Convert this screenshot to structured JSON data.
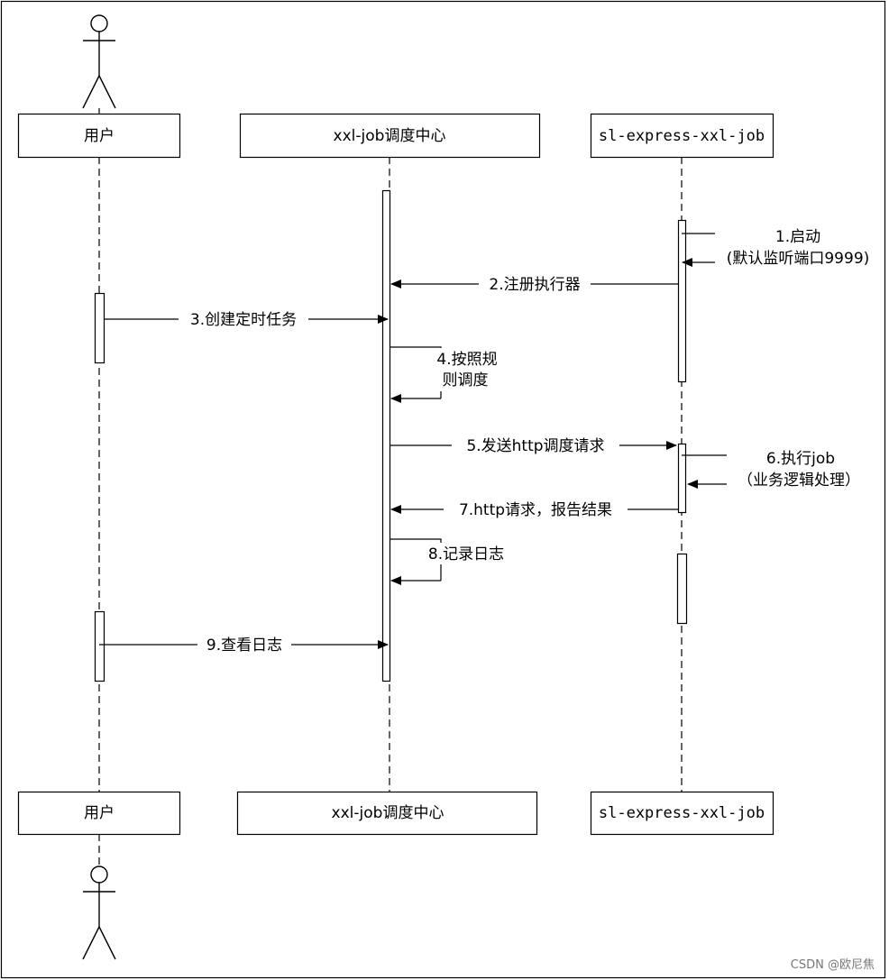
{
  "participants": {
    "user": "用户",
    "scheduler": "xxl-job调度中心",
    "executor": "sl-express-xxl-job"
  },
  "messages": {
    "m1_line1": "1.启动",
    "m1_line2": "(默认监听端口9999)",
    "m2": "2.注册执行器",
    "m3": "3.创建定时任务",
    "m4_line1": "4.按照规",
    "m4_line2": "则调度",
    "m5": "5.发送http调度请求",
    "m6_line1": "6.执行job",
    "m6_line2": "（业务逻辑处理）",
    "m7": "7.http请求，报告结果",
    "m8": "8.记录日志",
    "m9": "9.查看日志"
  },
  "watermark": "CSDN @欧尼焦"
}
